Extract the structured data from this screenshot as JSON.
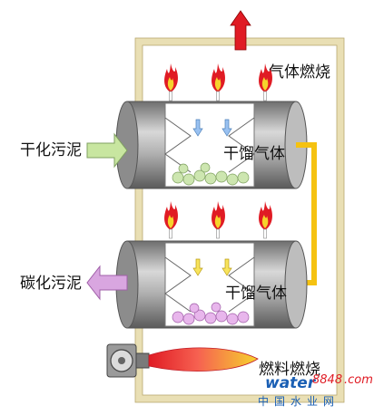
{
  "labels": {
    "gas_combustion": "气体燃烧",
    "dry_sludge": "干化污泥",
    "retort_gas_upper": "干馏气体",
    "carbonized_sludge": "碳化污泥",
    "retort_gas_lower": "干馏气体",
    "fuel_combustion": "燃料燃烧"
  },
  "watermark": {
    "latin": "water",
    "number": "8848",
    "domain": ".com",
    "chinese": "中国水业网"
  },
  "colors": {
    "frame": "#e9dfb4",
    "drum": "#9a9a9a",
    "flame_red": "#e01b24",
    "flame_yellow": "#f6d32d",
    "arrow_exhaust": "#e01b24",
    "arrow_input": "#c8e6a0",
    "arrow_output": "#d9a6e0",
    "arrow_gas": "#f5c211",
    "arrow_upper_rise": "#99c1f1",
    "arrow_lower_rise": "#f8e45c",
    "sludge_dry": "#cde6b0",
    "sludge_carbon": "#e8b6ec"
  },
  "icons": [
    "exhaust-arrow-icon",
    "flame-icon",
    "burner-icon",
    "drum-icon"
  ]
}
